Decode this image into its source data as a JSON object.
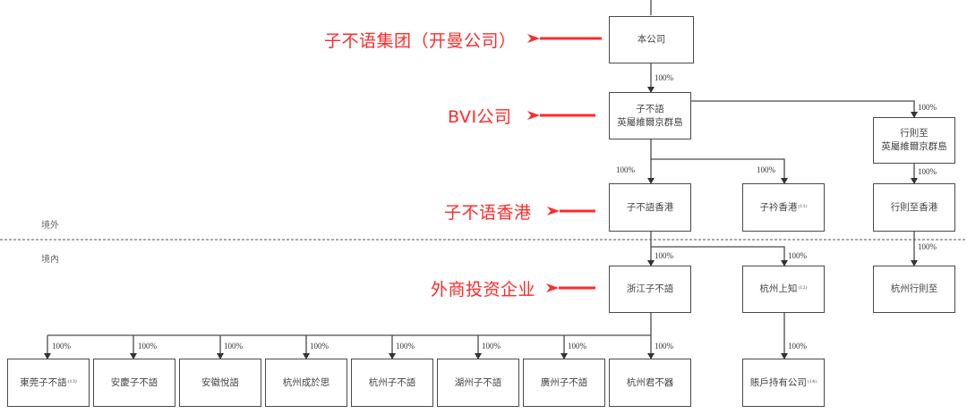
{
  "zones": {
    "offshore": "境外",
    "onshore": "境內"
  },
  "annotations": [
    {
      "id": "company",
      "text": "子不语集团（开曼公司）"
    },
    {
      "id": "bvi",
      "text": "BVI公司"
    },
    {
      "id": "hk",
      "text": "子不语香港"
    },
    {
      "id": "wfoe",
      "text": "外商投资企业"
    }
  ],
  "nodes": {
    "company": {
      "lines": [
        "本公司"
      ]
    },
    "bvi": {
      "lines": [
        "子不語",
        "英屬維爾京群島"
      ]
    },
    "xzz_bvi": {
      "lines": [
        "行則至",
        "英屬維爾京群島"
      ]
    },
    "hk": {
      "lines": [
        "子不語香港"
      ]
    },
    "zijin_hk": {
      "lines": [
        "子衿香港"
      ],
      "note": "(11)"
    },
    "xzz_hk": {
      "lines": [
        "行則至香港"
      ]
    },
    "zhejiang": {
      "lines": [
        "浙江子不語"
      ]
    },
    "hz_shangzhi": {
      "lines": [
        "杭州上知"
      ],
      "note": "(12)"
    },
    "hz_xzz": {
      "lines": [
        "杭州行則至"
      ]
    },
    "dongguan": {
      "lines": [
        "東莞子不語"
      ],
      "note": "(13)"
    },
    "anqing": {
      "lines": [
        "安慶子不語"
      ]
    },
    "anhui_yueyu": {
      "lines": [
        "安徽悅語"
      ]
    },
    "hz_chengyusi": {
      "lines": [
        "杭州成於思"
      ]
    },
    "hz_zbys": {
      "lines": [
        "杭州子不語"
      ]
    },
    "huzhou": {
      "lines": [
        "湖州子不語"
      ]
    },
    "guangzhou": {
      "lines": [
        "廣州子不語"
      ]
    },
    "hz_junbuqi": {
      "lines": [
        "杭州君不器"
      ]
    },
    "account_holder": {
      "lines": [
        "賬戶持有公司"
      ],
      "note": "(14)"
    }
  },
  "ownership": {
    "company_bvi": "100%",
    "bvi_hk": "100%",
    "bvi_zijin": "100%",
    "bvi_xzzbvi": "100%",
    "xzzbvi_xzzhk": "100%",
    "xzzhk_hzxzz": "100%",
    "hk_zhejiang": "100%",
    "hk_shangzhi": "100%",
    "shangzhi_account": "100%",
    "zj_dongguan": "100%",
    "zj_anqing": "100%",
    "zj_anhui": "100%",
    "zj_chengyusi": "100%",
    "zj_hzzbys": "100%",
    "zj_huzhou": "100%",
    "zj_guangzhou": "100%",
    "zj_junbuqi": "100%"
  },
  "colors": {
    "annotation": "#ff2a2a",
    "line": "#4a4a4a",
    "text": "#444444"
  }
}
